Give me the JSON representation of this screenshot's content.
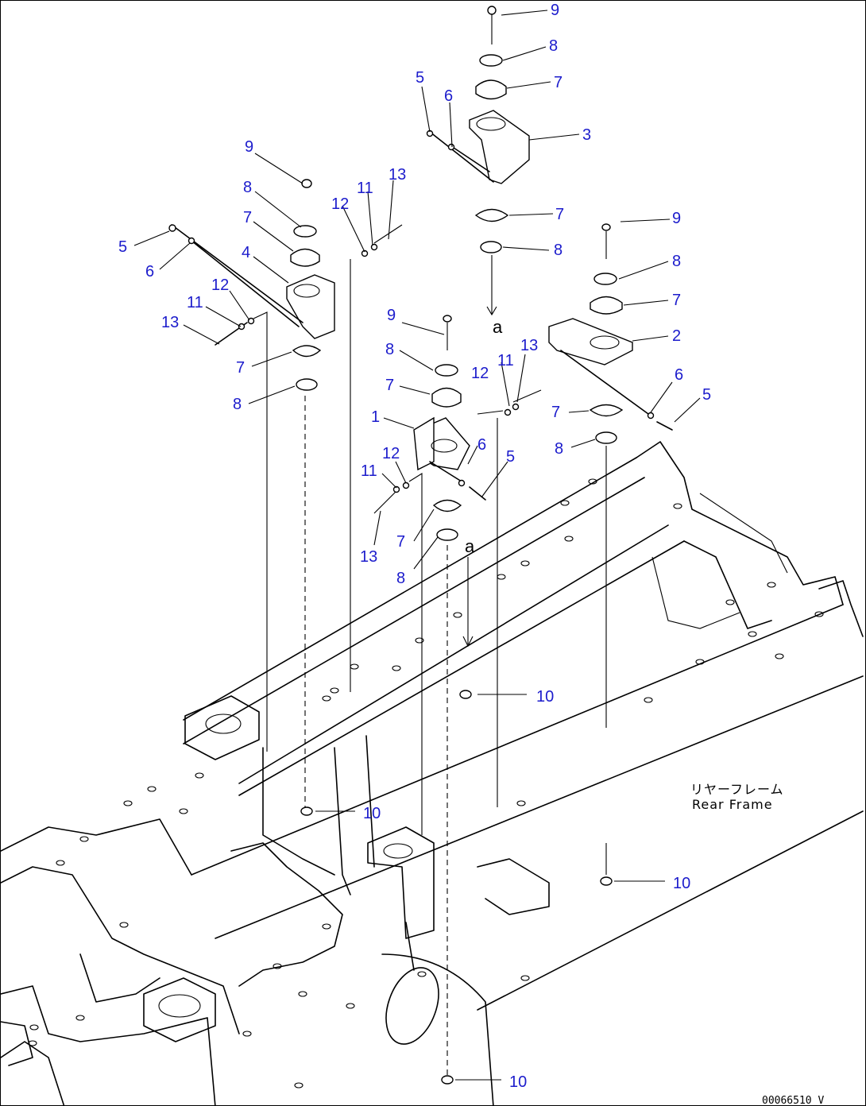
{
  "callouts": {
    "c1": "1",
    "c2": "2",
    "c3": "3",
    "c4": "4",
    "c5": "5",
    "c6": "6",
    "c7": "7",
    "c8": "8",
    "c9": "9",
    "c10": "10",
    "c11": "11",
    "c12": "12",
    "c13": "13"
  },
  "section_marker": "a",
  "frame_label_ja": "リヤーフレーム",
  "frame_label_en": "Rear Frame",
  "drawing_code": "00066510 V",
  "colors": {
    "callout": "#1c1ccc",
    "line": "#000000"
  }
}
